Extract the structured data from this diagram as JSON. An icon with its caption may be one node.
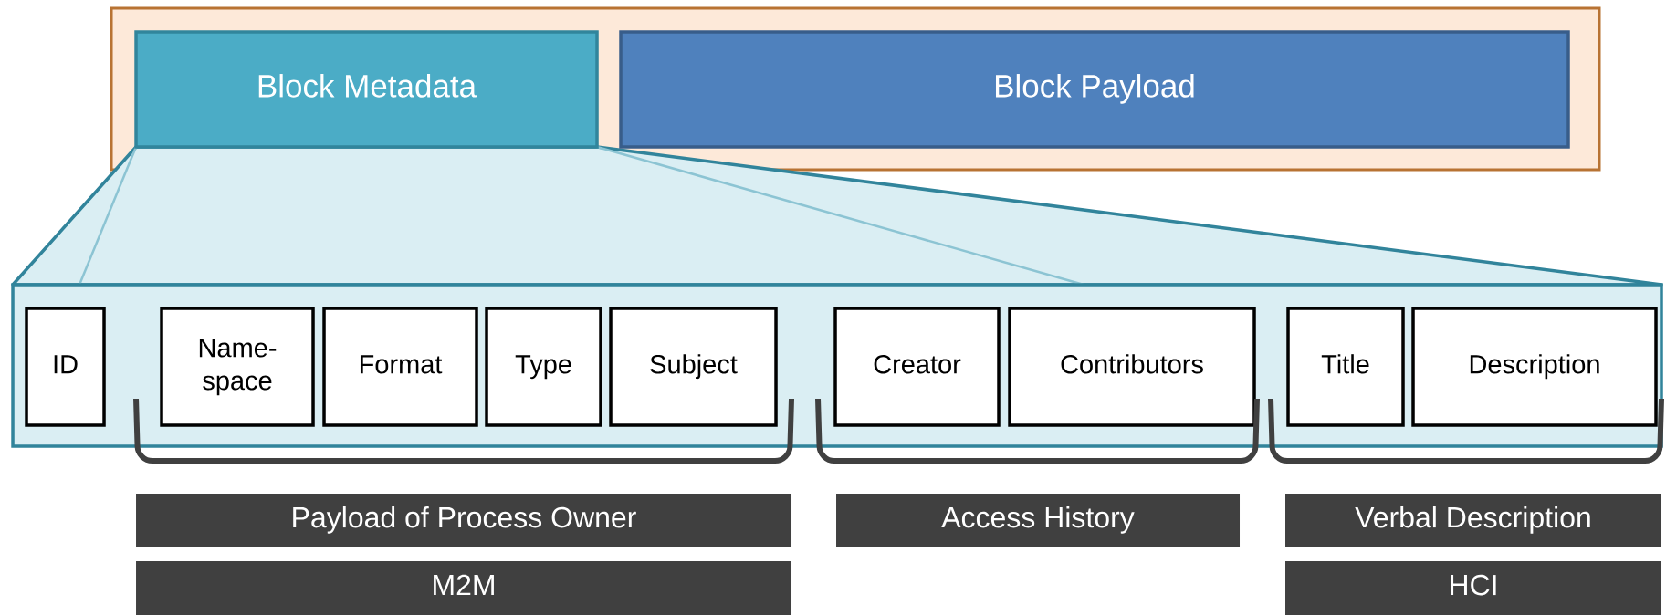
{
  "diagram": {
    "nodes": [
      {
        "text": [],
        "shape": "box"
      },
      {
        "text": [
          "Block Metadata"
        ],
        "in": 0
      },
      {
        "text": [
          "Block Payload"
        ],
        "in": 0
      },
      {
        "text": [],
        "shape": "box"
      },
      {
        "text": [
          "ID"
        ],
        "in": 3
      },
      {
        "text": [
          "Name-space"
        ],
        "in": 3
      },
      {
        "text": [
          "Format"
        ],
        "in": 3
      },
      {
        "text": [
          "Type"
        ],
        "in": 3
      },
      {
        "text": [
          "Subject"
        ],
        "in": 3
      },
      {
        "text": [
          "Creator"
        ],
        "in": 3
      },
      {
        "text": [
          "Contributors"
        ],
        "in": 3
      },
      {
        "text": [
          "Title"
        ],
        "in": 3
      },
      {
        "text": [
          "Description"
        ],
        "in": 3
      },
      {
        "text": [
          "Payload of Process Owner"
        ]
      },
      {
        "text": [
          "Access History"
        ]
      },
      {
        "text": [
          "Verbal Description"
        ]
      },
      {
        "text": [
          "M2M"
        ]
      },
      {
        "text": [
          "HCI"
        ]
      }
    ]
  }
}
